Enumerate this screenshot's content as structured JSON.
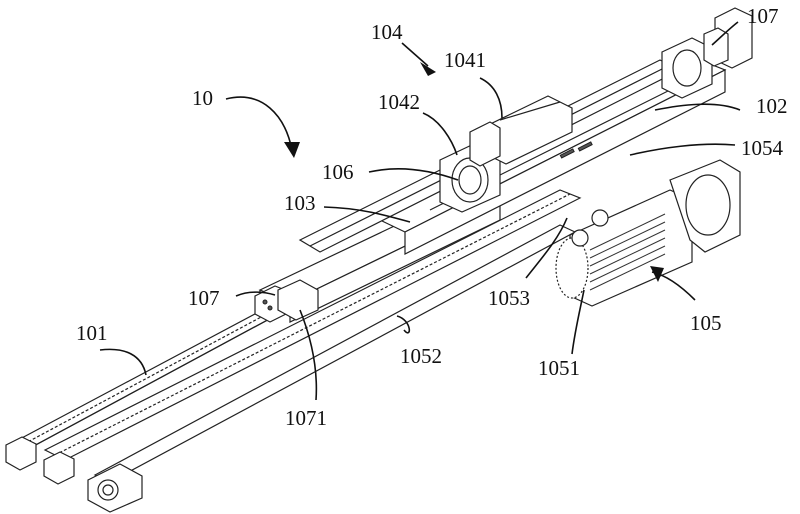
{
  "figure": {
    "type": "patent-drawing",
    "description": "Isometric view of linear motion apparatus",
    "labels": {
      "l10": "10",
      "l101": "101",
      "l102": "102",
      "l103": "103",
      "l104": "104",
      "l1041": "1041",
      "l1042": "1042",
      "l105": "105",
      "l1051": "1051",
      "l1052": "1052",
      "l1053": "1053",
      "l1054": "1054",
      "l106": "106",
      "l107a": "107",
      "l107b": "107",
      "l1071": "1071"
    }
  }
}
